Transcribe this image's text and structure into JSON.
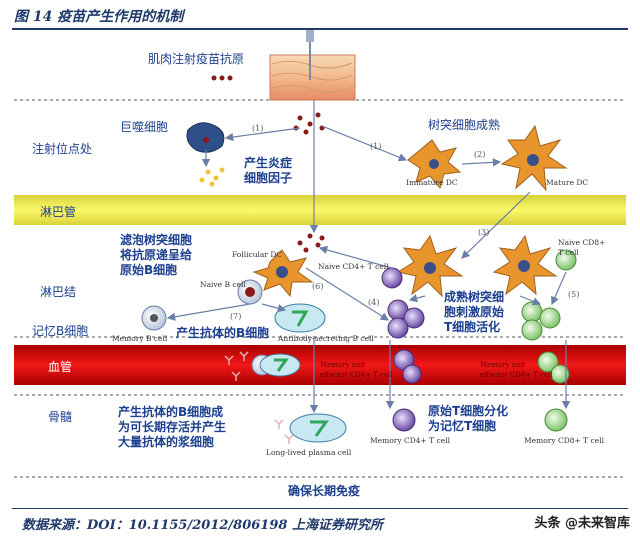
{
  "figure_title": "图 14 疫苗产生作用的机制",
  "zones": {
    "injection": "注射位点处",
    "lymph_vessel": "淋巴管",
    "lymph_node": "淋巴结",
    "memory_b": "记忆B细胞",
    "blood": "血管",
    "bone_marrow": "骨髓"
  },
  "labels": {
    "muscle_injection": "肌肉注射疫苗抗原",
    "macrophage": "巨噬细胞",
    "dc_mature": "树突细胞成熟",
    "cytokines": "产生炎症\n细胞因子",
    "fdc": "滤泡树突细胞\n将抗原递呈给\n原始B细胞",
    "mature_dc_activates": "成熟树突细\n胞刺激原始\nT细胞活化",
    "antibody_b": "产生抗体的B细胞",
    "plasma_cell_text": "产生抗体的B细胞成\n为可长期存活并产生\n大量抗体的浆细胞",
    "t_memory": "原始T细胞分化\n为记忆T细胞",
    "long_term": "确保长期免疫"
  },
  "english_labels": {
    "immature_dc": "Immature DC",
    "mature_dc": "Mature DC",
    "follicular_dc": "Follicular DC",
    "naive_b": "Naive B cell",
    "naive_cd4": "Naive CD4+ T cell",
    "naive_cd8": "Naive CD8+\nT cell",
    "memory_b": "Memory B cell",
    "antibody_secreting": "Antibody-secreting B cell",
    "memory_effector_cd4": "Memory and\neffector CD4+ T cell",
    "memory_effector_cd8": "Memory and\neffector CD8+ T cell",
    "long_lived_plasma": "Long-lived plasma cell",
    "memory_cd4": "Memory CD4+ T cell",
    "memory_cd8": "Memory CD8+ T cell"
  },
  "steps": [
    "(1)",
    "(1)",
    "(2)",
    "(3)",
    "(4)",
    "(5)",
    "(6)",
    "(7)"
  ],
  "source": "数据来源：DOI：10.1155/2012/806198  上海证券研究所",
  "watermark": "头条 @未来智库",
  "colors": {
    "title_blue": "#1f3a6a",
    "label_blue": "#1d3f8f",
    "lymph_yellow": "#f2ee5a",
    "blood_red": "#e01010",
    "dc_orange": "#e8952e",
    "t_cell_purple": "#5b3d8f",
    "cd8_green": "#7cc46a",
    "antigen_red": "#8b1a1a"
  }
}
